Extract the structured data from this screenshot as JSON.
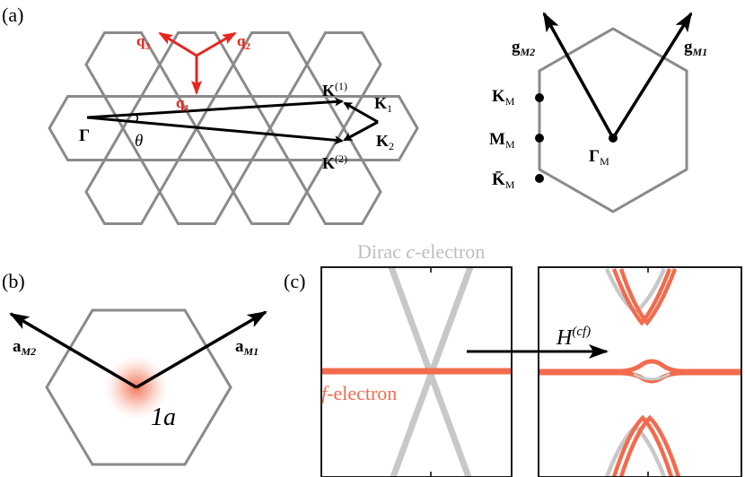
{
  "panel_a": {
    "label": "(a)",
    "q1": "q",
    "q1_sub": "1",
    "q2": "q",
    "q2_sub": "2",
    "q3": "q",
    "q3_sub": "3",
    "gamma": "Γ",
    "theta": "θ",
    "K_upper": "K",
    "K_upper_sup": "(1)",
    "K_lower": "K",
    "K_lower_sup": "(2)",
    "K1": "K",
    "K1_sub": "1",
    "K2": "K",
    "K2_sub": "2",
    "gM2": "g",
    "gM2_sub": "M2",
    "gM1": "g",
    "gM1_sub": "M1",
    "KM": "K",
    "KM_sub": "M",
    "MM": "M",
    "MM_sub": "M",
    "KbarM": "K̄",
    "KbarM_sub": "M",
    "GammaM": "Γ",
    "GammaM_sub": "M"
  },
  "panel_b": {
    "label": "(b)",
    "aM2": "a",
    "aM2_sub": "M2",
    "aM1": "a",
    "aM1_sub": "M1",
    "wyckoff": "1a"
  },
  "panel_c": {
    "label": "(c)",
    "dirac_label_pre": "Dirac ",
    "dirac_label_c": "c",
    "dirac_label_post": "-electron",
    "f_label_f": "f",
    "f_label_post": "-electron",
    "hamiltonian": "H",
    "hamiltonian_sup": "(cf)"
  },
  "colors": {
    "red_arrow": "#e8251f",
    "orange_band": "#f26b4e",
    "gray_band": "#c8c8c8",
    "hex_gray": "#8a8a8a",
    "black": "#000000",
    "dirac_label": "#bdbdbd"
  }
}
